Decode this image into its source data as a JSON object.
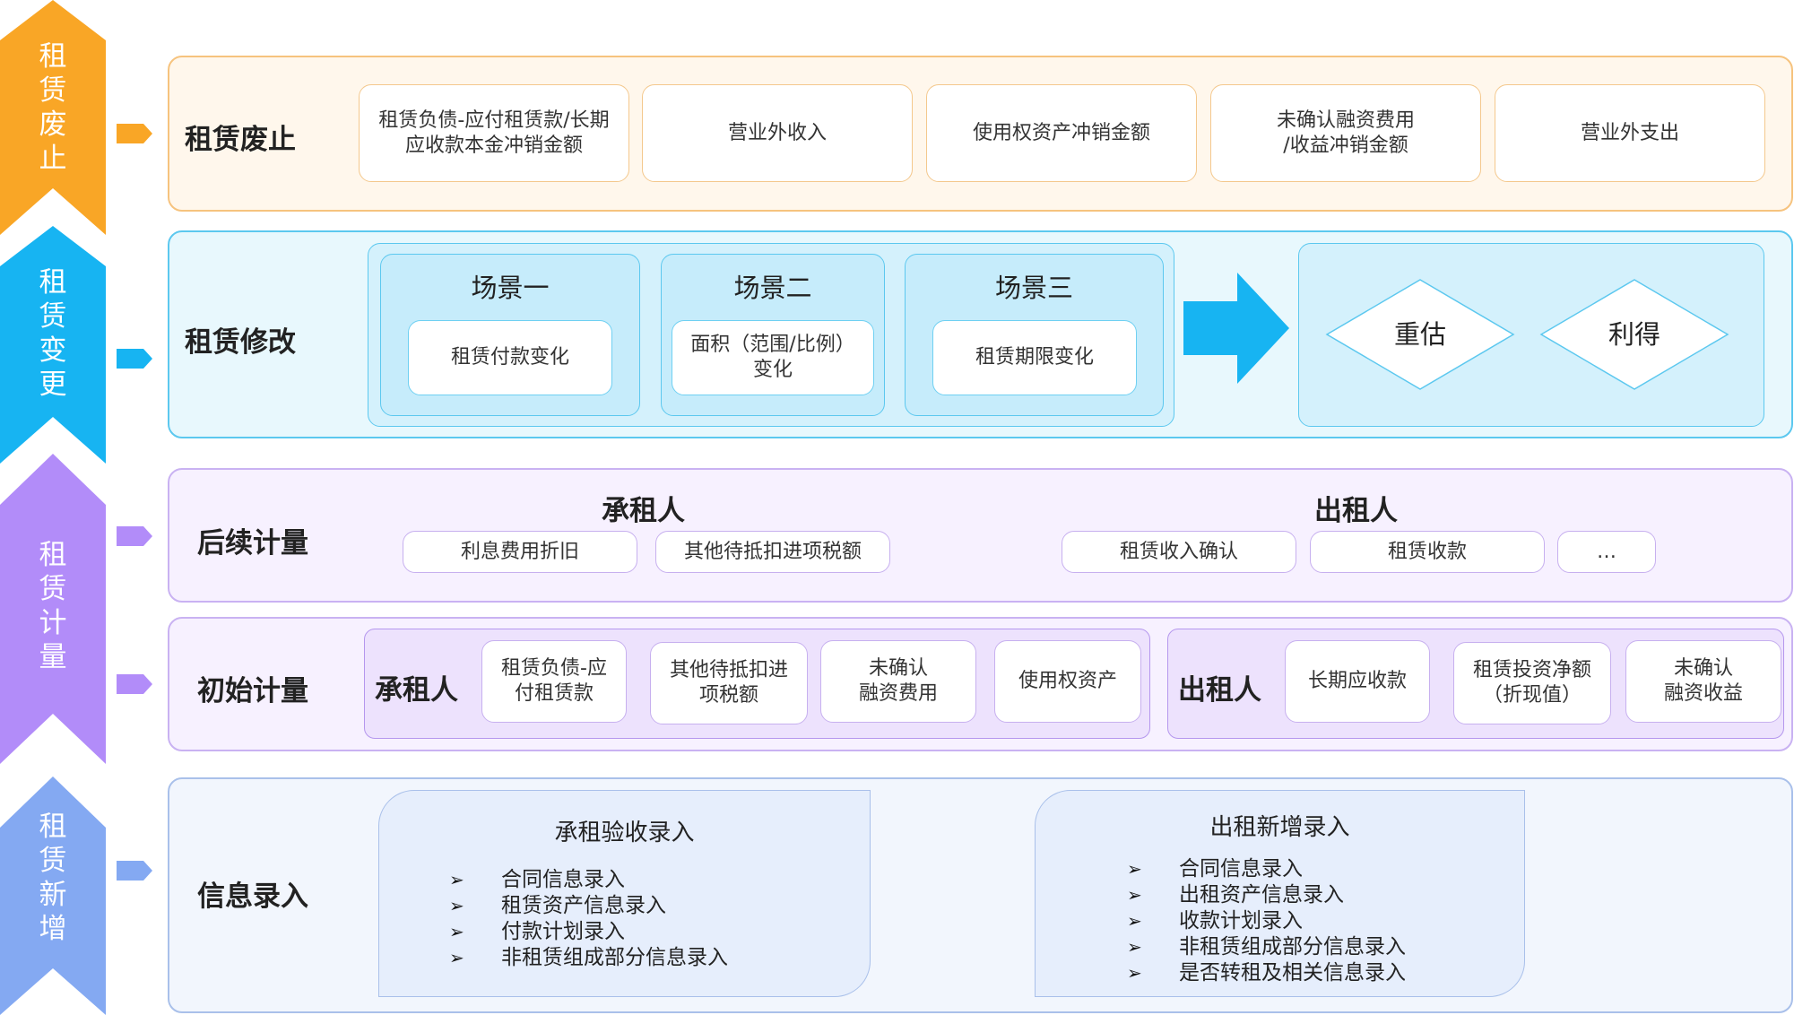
{
  "stages": [
    {
      "label": "租赁废止",
      "color": "#f9a626"
    },
    {
      "label": "租赁变更",
      "color": "#17b4f2"
    },
    {
      "label": "租赁计量",
      "color": "#b28cf9"
    },
    {
      "label": "租赁新增",
      "color": "#84a9f2"
    }
  ],
  "termination": {
    "title": "租赁废止",
    "items": [
      "租赁负债-应付租赁款/长期\n应收款本金冲销金额",
      "营业外收入",
      "使用权资产冲销金额",
      "未确认融资费用\n/收益冲销金额",
      "营业外支出"
    ]
  },
  "modification": {
    "title": "租赁修改",
    "scenes": [
      {
        "title": "场景一",
        "item": "租赁付款变化"
      },
      {
        "title": "场景二",
        "item": "面积（范围/比例）\n变化"
      },
      {
        "title": "场景三",
        "item": "租赁期限变化"
      }
    ],
    "results": [
      "重估",
      "利得"
    ]
  },
  "subsequent": {
    "title": "后续计量",
    "lessee_label": "承租人",
    "lessee_items": [
      "利息费用折旧",
      "其他待抵扣进项税额"
    ],
    "lessor_label": "出租人",
    "lessor_items": [
      "租赁收入确认",
      "租赁收款",
      "…"
    ]
  },
  "initial": {
    "title": "初始计量",
    "lessee_label": "承租人",
    "lessee_items": [
      "租赁负债-应\n付租赁款",
      "其他待抵扣进\n项税额",
      "未确认\n融资费用",
      "使用权资产"
    ],
    "lessor_label": "出租人",
    "lessor_items": [
      "长期应收款",
      "租赁投资净额\n（折现值）",
      "未确认\n融资收益"
    ]
  },
  "info_entry": {
    "title": "信息录入",
    "lessee_card": {
      "title": "承租验收录入",
      "items": [
        "合同信息录入",
        "租赁资产信息录入",
        "付款计划录入",
        "非租赁组成部分信息录入"
      ]
    },
    "lessor_card": {
      "title": "出租新增录入",
      "items": [
        "合同信息录入",
        "出租资产信息录入",
        "收款计划录入",
        "非租赁组成部分信息录入",
        "是否转租及相关信息录入"
      ]
    }
  }
}
